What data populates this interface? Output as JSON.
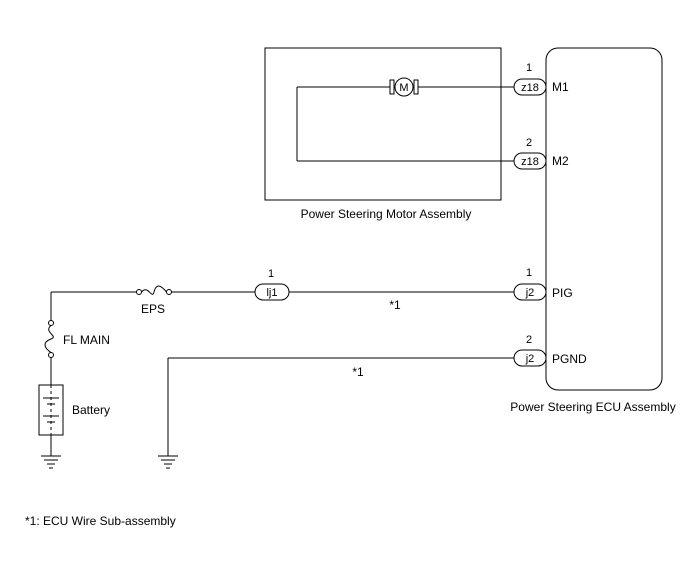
{
  "motor_assembly": {
    "label": "Power Steering Motor Assembly",
    "motor_symbol": "M"
  },
  "ecu_assembly": {
    "label": "Power Steering ECU Assembly"
  },
  "connectors": {
    "m1": {
      "pin": "1",
      "id": "z18",
      "terminal": "M1"
    },
    "m2": {
      "pin": "2",
      "id": "z18",
      "terminal": "M2"
    },
    "pig": {
      "pin": "1",
      "id": "j2",
      "terminal": "PIG"
    },
    "pgnd": {
      "pin": "2",
      "id": "j2",
      "terminal": "PGND"
    },
    "lj1": {
      "pin": "1",
      "id": "lj1"
    }
  },
  "components": {
    "fuse_eps": "EPS",
    "fuse_fl_main": "FL MAIN",
    "battery": "Battery"
  },
  "wire_marks": {
    "pig_wire": "*1",
    "pgnd_wire": "*1"
  },
  "footnote": "*1: ECU Wire Sub-assembly"
}
